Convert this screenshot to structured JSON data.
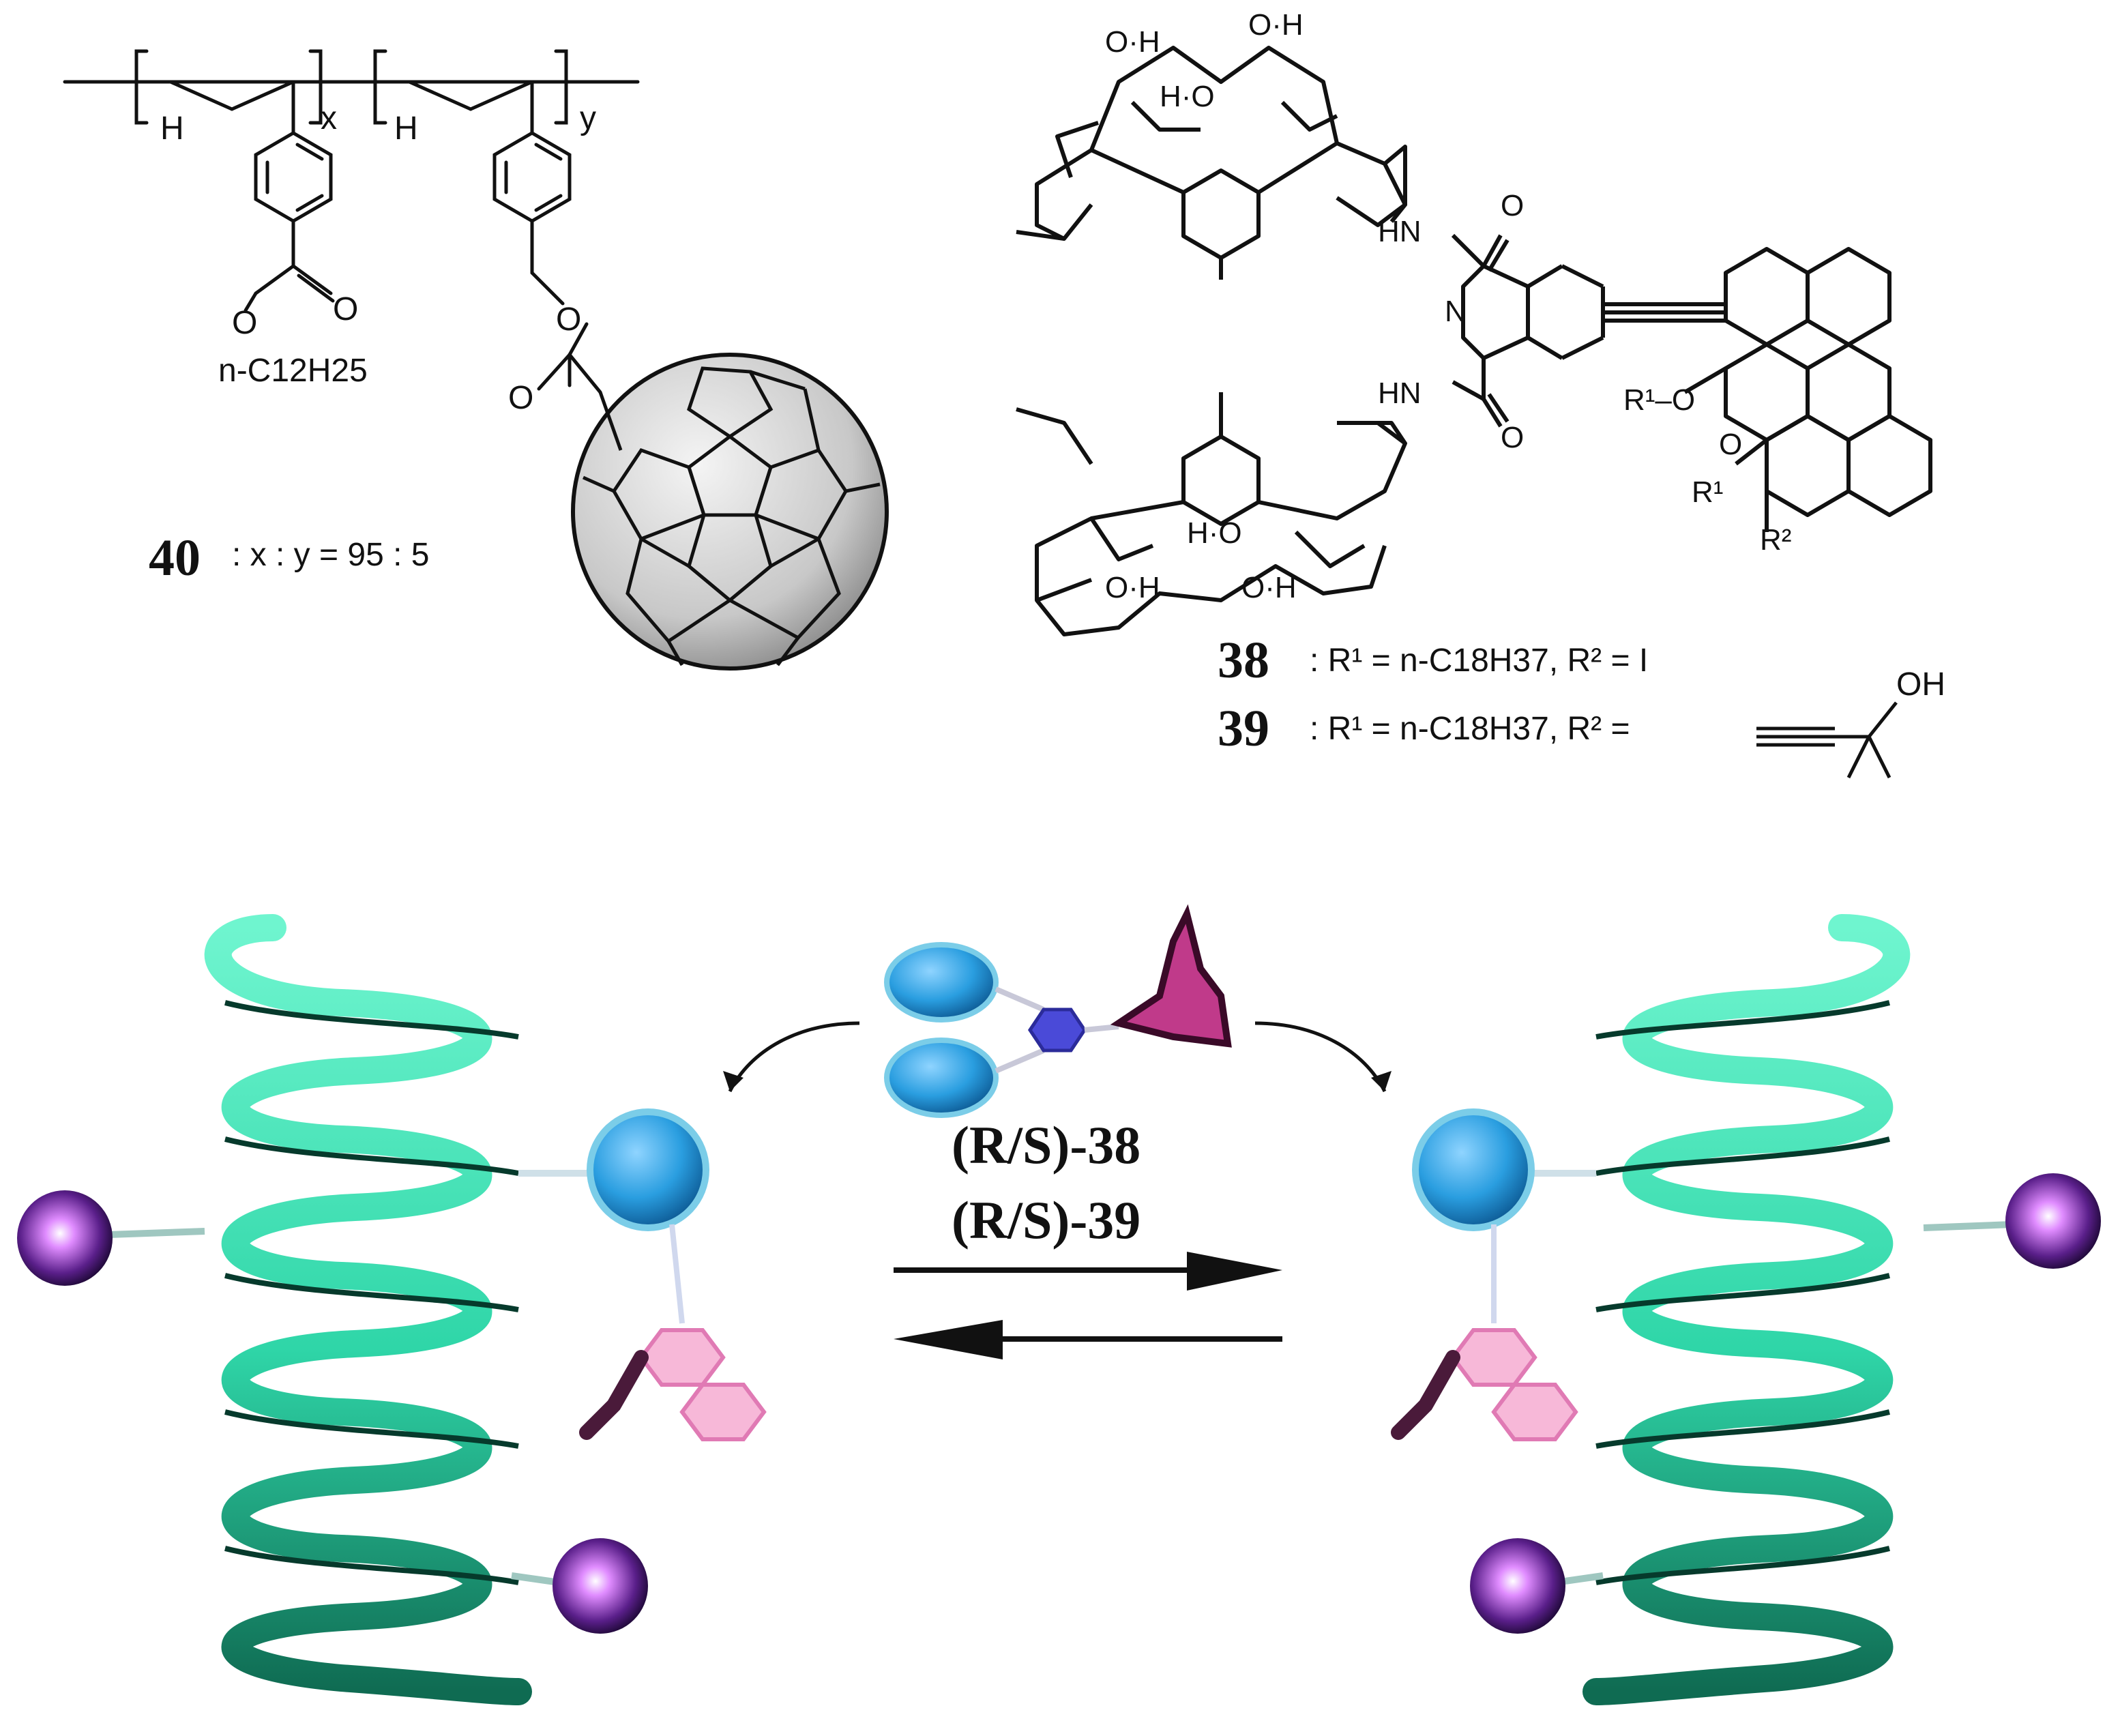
{
  "polymer_40": {
    "compound_number": "40",
    "ratio_text": ": x : y = 95 : 5",
    "subscript_x": "x",
    "subscript_y": "y",
    "h_left": "H",
    "h_right": "H",
    "ester_o1": "O",
    "ester_o2": "O",
    "alkyl": "n-C12H25",
    "linker_o1": "O",
    "linker_o2": "O",
    "fullerene_icon": "c60-fullerene-icon"
  },
  "host_38_39": {
    "hn_top": "HN",
    "hn_bottom": "HN",
    "n_pyridine": "N",
    "o_amide_top": "O",
    "o_amide_bottom": "O",
    "oh_labels": [
      "O·H",
      "O·H",
      "H·O",
      "H·O",
      "O·H",
      "O·H"
    ],
    "r1_o_top": "R¹–O",
    "r1_bottom": "R¹",
    "o_bottom": "O",
    "r2": "R²",
    "oh_alkyne": "OH",
    "compound_38": "38",
    "compound_39": "39",
    "def_38": ": R¹ = n-C18H37, R² = I",
    "def_39": ": R¹ = n-C18H37, R² ="
  },
  "scheme": {
    "label_38": "(R/S)-38",
    "label_39": "(R/S)-39",
    "forward_arrow": "right-arrow-icon",
    "backward_arrow": "left-arrow-icon",
    "colors": {
      "helix": "#2fd6a8",
      "helix_dark": "#0f6b52",
      "cup": "#2a9ee0",
      "guest": "#e8a0c8",
      "pendant": "#7a2fb0"
    }
  }
}
